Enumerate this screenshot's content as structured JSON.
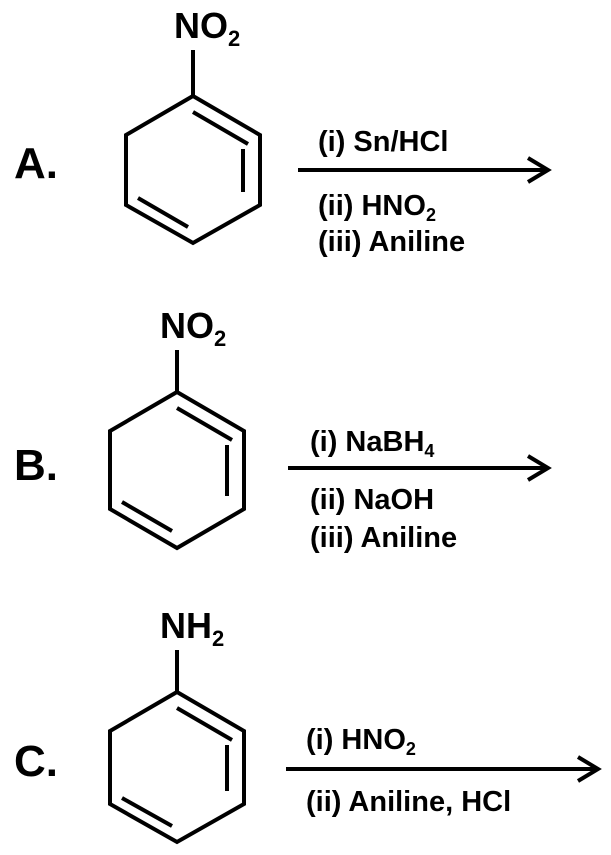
{
  "schemes": [
    {
      "label": "A.",
      "group_main": "NO",
      "group_sub": "2",
      "reagents": [
        {
          "main": "(i) Sn/HCl",
          "sub": ""
        },
        {
          "main": "(ii) HNO",
          "sub": "2"
        },
        {
          "main": "(iii) Aniline",
          "sub": ""
        }
      ]
    },
    {
      "label": "B.",
      "group_main": "NO",
      "group_sub": "2",
      "reagents": [
        {
          "main": "(i) NaBH",
          "sub": "4"
        },
        {
          "main": "(ii) NaOH",
          "sub": ""
        },
        {
          "main": "(iii) Aniline",
          "sub": ""
        }
      ]
    },
    {
      "label": "C.",
      "group_main": "NH",
      "group_sub": "2",
      "reagents": [
        {
          "main": "(i) HNO",
          "sub": "2"
        },
        {
          "main": "(ii) Aniline, HCl",
          "sub": ""
        }
      ]
    }
  ]
}
